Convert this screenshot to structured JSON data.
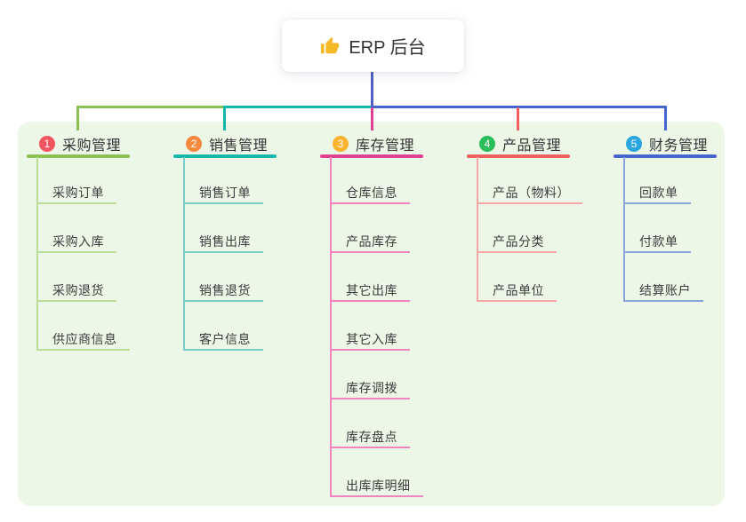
{
  "root": {
    "icon": "thumbs-up",
    "label": "ERP 后台"
  },
  "canvas": {
    "background": "#ffffff",
    "panel_color": "#edf7e8"
  },
  "connector": {
    "stem_color": "#4f5fc5",
    "segment_colors": [
      "#8bc152",
      "#14b8ab",
      "#4365cd"
    ]
  },
  "branches": [
    {
      "number": "1",
      "label": "采购管理",
      "badge_color": "#f2555f",
      "line_color": "#8bc152",
      "child_line_color": "#bcdd97",
      "children": [
        "采购订单",
        "采购入库",
        "采购退货",
        "供应商信息"
      ]
    },
    {
      "number": "2",
      "label": "销售管理",
      "badge_color": "#f7893f",
      "line_color": "#14b8ab",
      "child_line_color": "#79cfc6",
      "children": [
        "销售订单",
        "销售出库",
        "销售退货",
        "客户信息"
      ]
    },
    {
      "number": "3",
      "label": "库存管理",
      "badge_color": "#f9b32f",
      "line_color": "#e03f92",
      "child_line_color": "#f285bd",
      "children": [
        "仓库信息",
        "产品库存",
        "其它出库",
        "其它入库",
        "库存调拨",
        "库存盘点",
        "出库库明细"
      ]
    },
    {
      "number": "4",
      "label": "产品管理",
      "badge_color": "#2bbd5b",
      "line_color": "#f25e5e",
      "child_line_color": "#f8a6a6",
      "children": [
        "产品（物料）",
        "产品分类",
        "产品单位"
      ]
    },
    {
      "number": "5",
      "label": "财务管理",
      "badge_color": "#2aa7e0",
      "line_color": "#4365cd",
      "child_line_color": "#8ba4da",
      "children": [
        "回款单",
        "付款单",
        "结算账户"
      ]
    }
  ]
}
